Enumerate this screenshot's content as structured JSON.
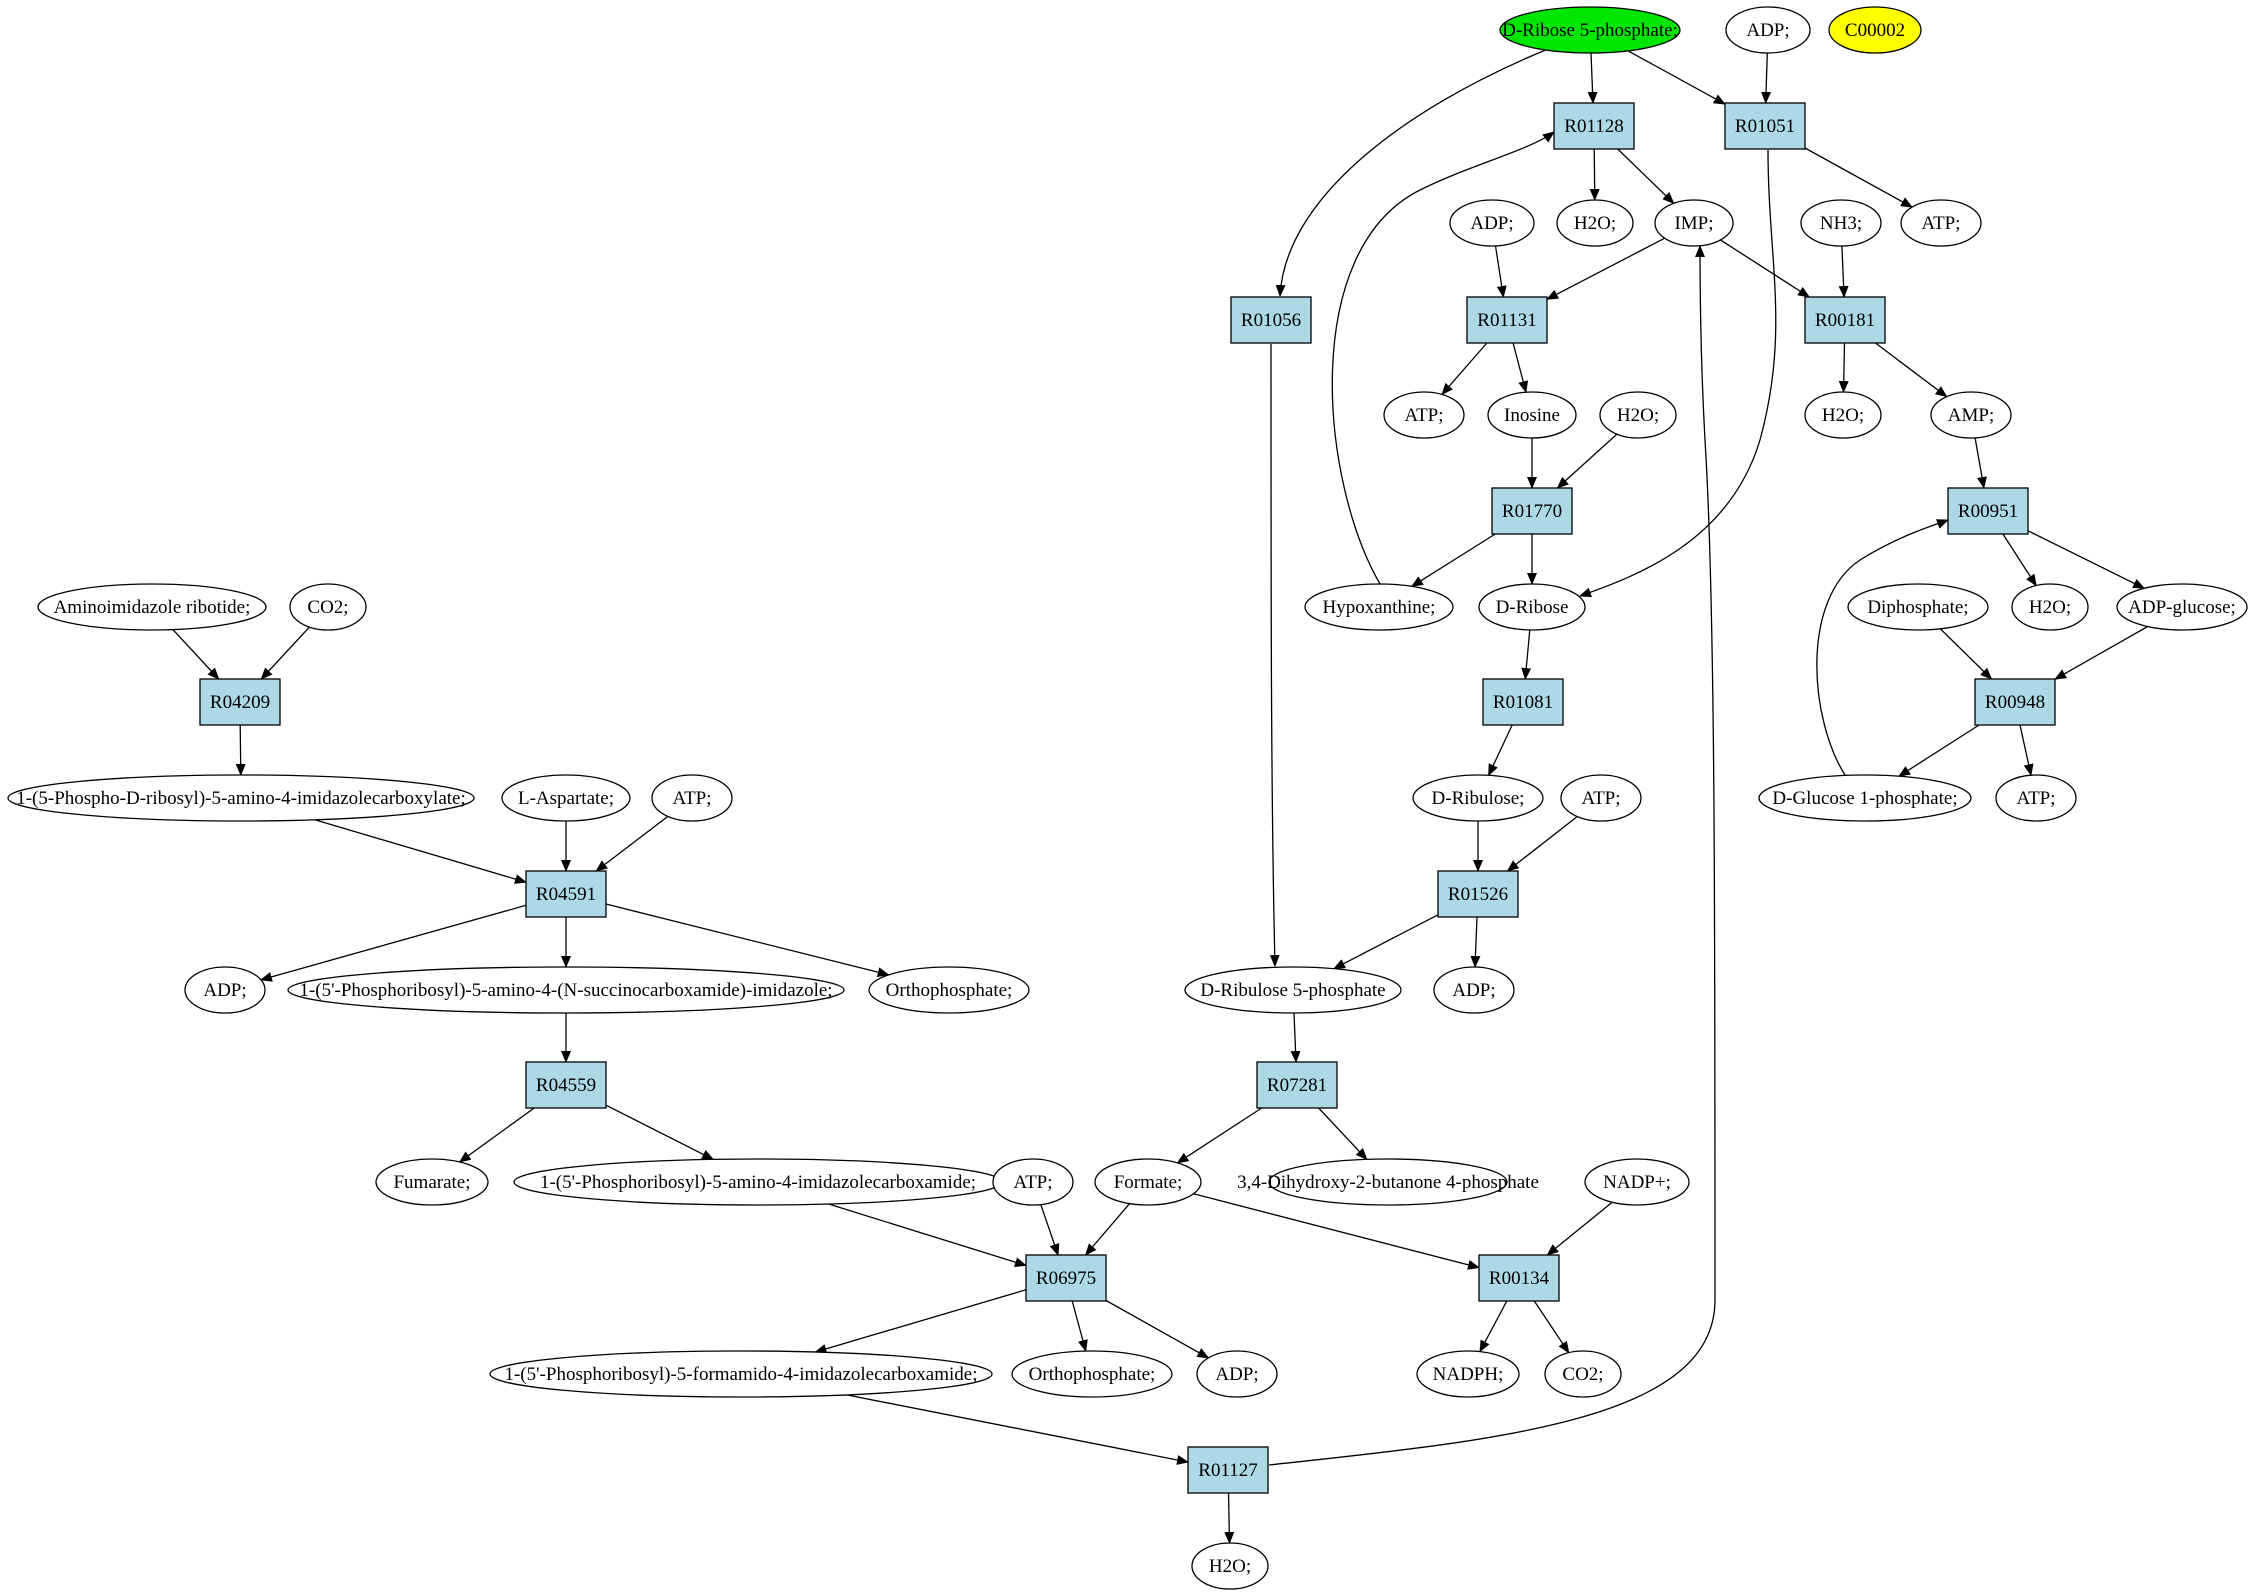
{
  "nodes": [
    {
      "id": "ribose5p",
      "label": "D-Ribose 5-phosphate;",
      "shape": "ellipse",
      "fill": "#00e600"
    },
    {
      "id": "adp_top",
      "label": "ADP;",
      "shape": "ellipse"
    },
    {
      "id": "c00002",
      "label": "C00002",
      "shape": "ellipse",
      "fill": "#ffff00"
    },
    {
      "id": "R01128",
      "label": "R01128",
      "shape": "box"
    },
    {
      "id": "R01051",
      "label": "R01051",
      "shape": "box"
    },
    {
      "id": "adp_r01131",
      "label": "ADP;",
      "shape": "ellipse"
    },
    {
      "id": "h2o_r01128",
      "label": "H2O;",
      "shape": "ellipse"
    },
    {
      "id": "imp",
      "label": "IMP;",
      "shape": "ellipse"
    },
    {
      "id": "nh3",
      "label": "NH3;",
      "shape": "ellipse"
    },
    {
      "id": "atp_r01051",
      "label": "ATP;",
      "shape": "ellipse"
    },
    {
      "id": "R01056",
      "label": "R01056",
      "shape": "box"
    },
    {
      "id": "R01131",
      "label": "R01131",
      "shape": "box"
    },
    {
      "id": "R00181",
      "label": "R00181",
      "shape": "box"
    },
    {
      "id": "atp_r01131",
      "label": "ATP;",
      "shape": "ellipse"
    },
    {
      "id": "inosine",
      "label": "Inosine",
      "shape": "ellipse"
    },
    {
      "id": "h2o_r01770",
      "label": "H2O;",
      "shape": "ellipse"
    },
    {
      "id": "h2o_r00181",
      "label": "H2O;",
      "shape": "ellipse"
    },
    {
      "id": "amp",
      "label": "AMP;",
      "shape": "ellipse"
    },
    {
      "id": "R01770",
      "label": "R01770",
      "shape": "box"
    },
    {
      "id": "R00951",
      "label": "R00951",
      "shape": "box"
    },
    {
      "id": "aminoimidazole",
      "label": "Aminoimidazole ribotide;",
      "shape": "ellipse"
    },
    {
      "id": "co2_r04209",
      "label": "CO2;",
      "shape": "ellipse"
    },
    {
      "id": "hypoxanthine",
      "label": "Hypoxanthine;",
      "shape": "ellipse"
    },
    {
      "id": "dribose",
      "label": "D-Ribose",
      "shape": "ellipse"
    },
    {
      "id": "diphosphate",
      "label": "Diphosphate;",
      "shape": "ellipse"
    },
    {
      "id": "h2o_r00951",
      "label": "H2O;",
      "shape": "ellipse"
    },
    {
      "id": "adpglucose",
      "label": "ADP-glucose;",
      "shape": "ellipse"
    },
    {
      "id": "R04209",
      "label": "R04209",
      "shape": "box"
    },
    {
      "id": "R01081",
      "label": "R01081",
      "shape": "box"
    },
    {
      "id": "R00948",
      "label": "R00948",
      "shape": "box"
    },
    {
      "id": "cair",
      "label": "1-(5-Phospho-D-ribosyl)-5-amino-4-imidazolecarboxylate;",
      "shape": "ellipse"
    },
    {
      "id": "laspartate",
      "label": "L-Aspartate;",
      "shape": "ellipse"
    },
    {
      "id": "atp_r04591",
      "label": "ATP;",
      "shape": "ellipse"
    },
    {
      "id": "dribulose",
      "label": "D-Ribulose;",
      "shape": "ellipse"
    },
    {
      "id": "atp_r01526",
      "label": "ATP;",
      "shape": "ellipse"
    },
    {
      "id": "g1p",
      "label": "D-Glucose 1-phosphate;",
      "shape": "ellipse"
    },
    {
      "id": "atp_r00948",
      "label": "ATP;",
      "shape": "ellipse"
    },
    {
      "id": "R04591",
      "label": "R04591",
      "shape": "box"
    },
    {
      "id": "R01526",
      "label": "R01526",
      "shape": "box"
    },
    {
      "id": "adp_r04591",
      "label": "ADP;",
      "shape": "ellipse"
    },
    {
      "id": "saicar",
      "label": "1-(5'-Phosphoribosyl)-5-amino-4-(N-succinocarboxamide)-imidazole;",
      "shape": "ellipse"
    },
    {
      "id": "orthophosphate_r04591",
      "label": "Orthophosphate;",
      "shape": "ellipse"
    },
    {
      "id": "dribulose5p",
      "label": "D-Ribulose 5-phosphate",
      "shape": "ellipse"
    },
    {
      "id": "adp_r01526",
      "label": "ADP;",
      "shape": "ellipse"
    },
    {
      "id": "R04559",
      "label": "R04559",
      "shape": "box"
    },
    {
      "id": "R07281",
      "label": "R07281",
      "shape": "box"
    },
    {
      "id": "fumarate",
      "label": "Fumarate;",
      "shape": "ellipse"
    },
    {
      "id": "aicar",
      "label": "1-(5'-Phosphoribosyl)-5-amino-4-imidazolecarboxamide;",
      "shape": "ellipse"
    },
    {
      "id": "atp_r06975",
      "label": "ATP;",
      "shape": "ellipse"
    },
    {
      "id": "formate",
      "label": "Formate;",
      "shape": "ellipse"
    },
    {
      "id": "dhbp",
      "label": "3,4-Dihydroxy-2-butanone 4-phosphate",
      "shape": "ellipse"
    },
    {
      "id": "nadp",
      "label": "NADP+;",
      "shape": "ellipse"
    },
    {
      "id": "R06975",
      "label": "R06975",
      "shape": "box"
    },
    {
      "id": "R00134",
      "label": "R00134",
      "shape": "box"
    },
    {
      "id": "faicar",
      "label": "1-(5'-Phosphoribosyl)-5-formamido-4-imidazolecarboxamide;",
      "shape": "ellipse"
    },
    {
      "id": "orthophosphate_r06975",
      "label": "Orthophosphate;",
      "shape": "ellipse"
    },
    {
      "id": "adp_r06975",
      "label": "ADP;",
      "shape": "ellipse"
    },
    {
      "id": "nadph",
      "label": "NADPH;",
      "shape": "ellipse"
    },
    {
      "id": "co2_r00134",
      "label": "CO2;",
      "shape": "ellipse"
    },
    {
      "id": "R01127",
      "label": "R01127",
      "shape": "box"
    },
    {
      "id": "h2o_r01127",
      "label": "H2O;",
      "shape": "ellipse"
    }
  ],
  "edges": [
    [
      "ribose5p",
      "R01128"
    ],
    [
      "ribose5p",
      "R01051"
    ],
    [
      "ribose5p",
      "R01056"
    ],
    [
      "adp_top",
      "R01051"
    ],
    [
      "R01128",
      "h2o_r01128"
    ],
    [
      "R01128",
      "imp"
    ],
    [
      "R01051",
      "atp_r01051"
    ],
    [
      "R01051",
      "dribose"
    ],
    [
      "imp",
      "R01131"
    ],
    [
      "imp",
      "R00181"
    ],
    [
      "adp_r01131",
      "R01131"
    ],
    [
      "nh3",
      "R00181"
    ],
    [
      "R01131",
      "atp_r01131"
    ],
    [
      "R01131",
      "inosine"
    ],
    [
      "R00181",
      "h2o_r00181"
    ],
    [
      "R00181",
      "amp"
    ],
    [
      "inosine",
      "R01770"
    ],
    [
      "h2o_r01770",
      "R01770"
    ],
    [
      "R01770",
      "hypoxanthine"
    ],
    [
      "R01770",
      "dribose"
    ],
    [
      "hypoxanthine",
      "R01128"
    ],
    [
      "amp",
      "R00951"
    ],
    [
      "g1p",
      "R00951"
    ],
    [
      "R00951",
      "h2o_r00951"
    ],
    [
      "R00951",
      "adpglucose"
    ],
    [
      "diphosphate",
      "R00948"
    ],
    [
      "adpglucose",
      "R00948"
    ],
    [
      "R00948",
      "g1p"
    ],
    [
      "R00948",
      "atp_r00948"
    ],
    [
      "aminoimidazole",
      "R04209"
    ],
    [
      "co2_r04209",
      "R04209"
    ],
    [
      "R04209",
      "cair"
    ],
    [
      "dribose",
      "R01081"
    ],
    [
      "R01081",
      "dribulose"
    ],
    [
      "dribulose",
      "R01526"
    ],
    [
      "atp_r01526",
      "R01526"
    ],
    [
      "R01526",
      "dribulose5p"
    ],
    [
      "R01526",
      "adp_r01526"
    ],
    [
      "R01056",
      "dribulose5p"
    ],
    [
      "cair",
      "R04591"
    ],
    [
      "laspartate",
      "R04591"
    ],
    [
      "atp_r04591",
      "R04591"
    ],
    [
      "R04591",
      "adp_r04591"
    ],
    [
      "R04591",
      "saicar"
    ],
    [
      "R04591",
      "orthophosphate_r04591"
    ],
    [
      "saicar",
      "R04559"
    ],
    [
      "R04559",
      "fumarate"
    ],
    [
      "R04559",
      "aicar"
    ],
    [
      "dribulose5p",
      "R07281"
    ],
    [
      "R07281",
      "formate"
    ],
    [
      "R07281",
      "dhbp"
    ],
    [
      "aicar",
      "R06975"
    ],
    [
      "atp_r06975",
      "R06975"
    ],
    [
      "formate",
      "R06975"
    ],
    [
      "formate",
      "R00134"
    ],
    [
      "nadp",
      "R00134"
    ],
    [
      "R06975",
      "faicar"
    ],
    [
      "R06975",
      "orthophosphate_r06975"
    ],
    [
      "R06975",
      "adp_r06975"
    ],
    [
      "R00134",
      "nadph"
    ],
    [
      "R00134",
      "co2_r00134"
    ],
    [
      "faicar",
      "R01127"
    ],
    [
      "R01127",
      "h2o_r01127"
    ],
    [
      "R01127",
      "imp"
    ]
  ]
}
